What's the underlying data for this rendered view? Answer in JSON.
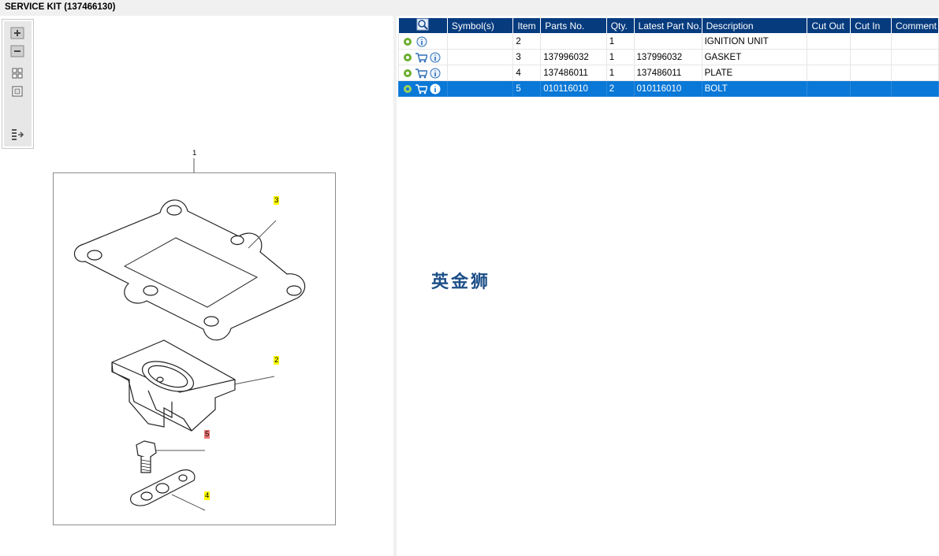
{
  "title": "SERVICE KIT (137466130)",
  "toolbar": {
    "buttons": [
      "zoom-in",
      "zoom-out",
      "fit-all",
      "actual-size",
      "toggle-list"
    ]
  },
  "drawing": {
    "assembly_label": "1",
    "callouts": [
      {
        "label": "3",
        "highlight": "yellow"
      },
      {
        "label": "2",
        "highlight": "yellow"
      },
      {
        "label": "5",
        "highlight": "red"
      },
      {
        "label": "4",
        "highlight": "yellow"
      }
    ]
  },
  "table": {
    "headers": [
      "Symbol(s)",
      "Item",
      "Parts No.",
      "Qty.",
      "Latest Part No.",
      "Description",
      "Cut Out",
      "Cut In",
      "Comment"
    ],
    "rows": [
      {
        "item": "2",
        "part_no": "",
        "qty": "1",
        "latest": "",
        "desc": "IGNITION UNIT",
        "cut_out": "",
        "cut_in": "",
        "comment": "",
        "icons": [
          "gear",
          "info"
        ],
        "selected": false
      },
      {
        "item": "3",
        "part_no": "137996032",
        "qty": "1",
        "latest": "137996032",
        "desc": "GASKET",
        "cut_out": "",
        "cut_in": "",
        "comment": "",
        "icons": [
          "gear",
          "cart",
          "info"
        ],
        "selected": false
      },
      {
        "item": "4",
        "part_no": "137486011",
        "qty": "1",
        "latest": "137486011",
        "desc": "PLATE",
        "cut_out": "",
        "cut_in": "",
        "comment": "",
        "icons": [
          "gear",
          "cart",
          "info"
        ],
        "selected": false
      },
      {
        "item": "5",
        "part_no": "010116010",
        "qty": "2",
        "latest": "010116010",
        "desc": "BOLT",
        "cut_out": "",
        "cut_in": "",
        "comment": "",
        "icons": [
          "gear",
          "cart",
          "info"
        ],
        "selected": true
      }
    ]
  },
  "watermark": "英金狮",
  "colors": {
    "header_bg": "#063b7e",
    "selected_row": "#0a78d7",
    "callout_yellow": "#ffff00",
    "callout_red": "#f07878"
  }
}
